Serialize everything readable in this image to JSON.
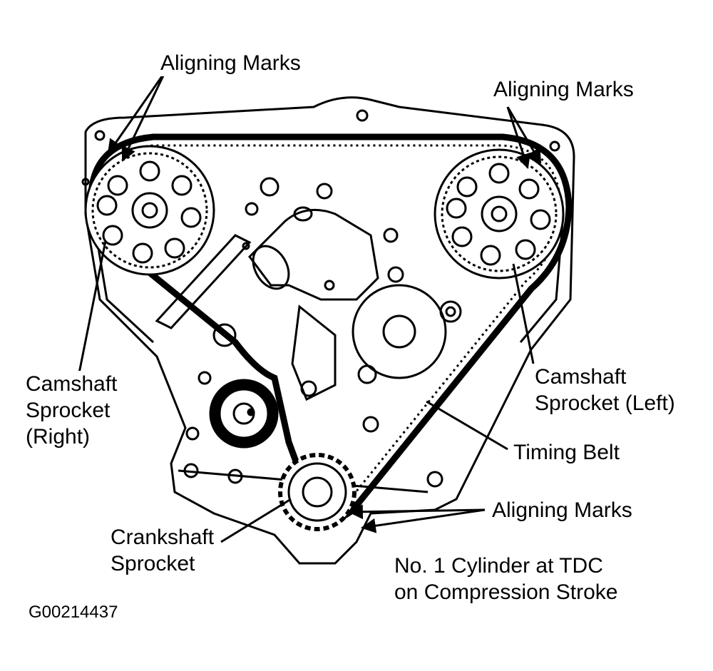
{
  "labels": {
    "aligning_marks_top_left": "Aligning Marks",
    "aligning_marks_top_right": "Aligning Marks",
    "aligning_marks_bottom": "Aligning Marks",
    "camshaft_right": [
      "Camshaft",
      "Sprocket",
      "(Right)"
    ],
    "camshaft_left": [
      "Camshaft",
      "Sprocket (Left)"
    ],
    "timing_belt": "Timing Belt",
    "crankshaft": [
      "Crankshaft",
      "Sprocket"
    ],
    "tdc_note": [
      "No. 1 Cylinder at TDC",
      "on Compression Stroke"
    ],
    "figure_code": "G00214437"
  },
  "style": {
    "ink": "#000000",
    "paper": "#ffffff"
  }
}
